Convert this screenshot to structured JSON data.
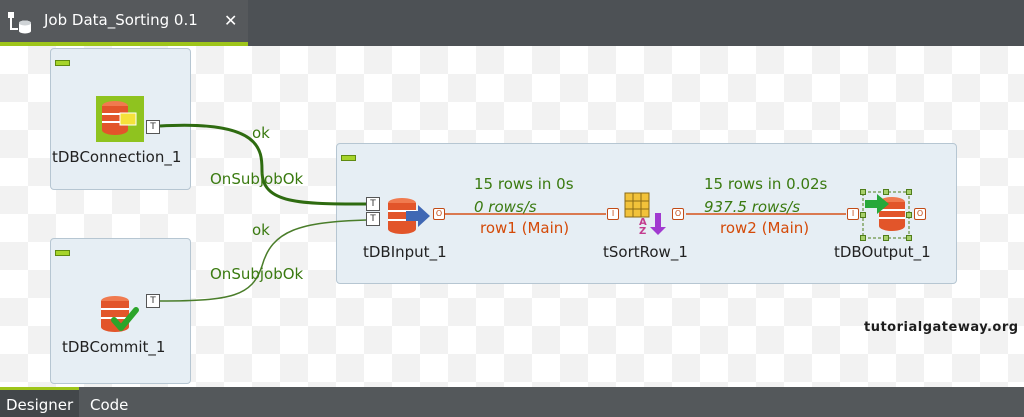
{
  "tab": {
    "title": "Job Data_Sorting 0.1",
    "close": "✕"
  },
  "subjobs": {
    "connection": {
      "component": "tDBConnection_1",
      "port": "T"
    },
    "commit": {
      "component": "tDBCommit_1",
      "port": "T"
    },
    "main": {
      "input": {
        "component": "tDBInput_1",
        "port_top": "T",
        "port_bottom": "T",
        "out_port": "O"
      },
      "sort": {
        "component": "tSortRow_1",
        "in_port": "I",
        "out_port": "O"
      },
      "output": {
        "component": "tDBOutput_1",
        "in_port": "I",
        "out_port": "O"
      }
    }
  },
  "connections": {
    "ok1": "ok",
    "onsubjob1": "OnSubjobOk",
    "ok2": "ok",
    "onsubjob2": "OnSubjobOk",
    "row1": {
      "stats": "15 rows in 0s",
      "rate": "0 rows/s",
      "label": "row1 (Main)"
    },
    "row2": {
      "stats": "15 rows in 0.02s",
      "rate": "937.5 rows/s",
      "label": "row2 (Main)"
    }
  },
  "watermark": "tutorialgateway.org",
  "bottom_tabs": {
    "designer": "Designer",
    "code": "Code"
  },
  "colors": {
    "accent": "#9ec51a",
    "trigger_line": "#2e6b10",
    "row_line": "#d5521a",
    "row_text": "#d44a08",
    "trigger_text": "#3a7a10"
  }
}
